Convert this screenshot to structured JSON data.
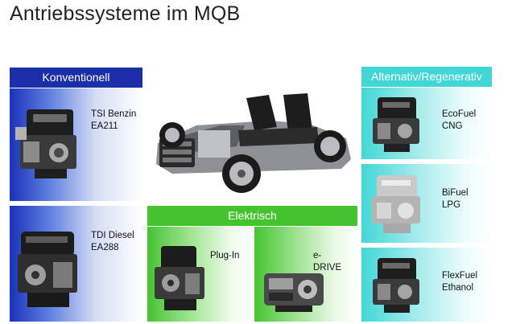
{
  "title": "Antriebssysteme im MQB",
  "groups": {
    "conventional": {
      "header": "Konventionell",
      "items": [
        {
          "label": "TSI Benzin\nEA211"
        },
        {
          "label": "TDI Diesel\nEA288"
        }
      ]
    },
    "alternative": {
      "header": "Alternativ/Regenerativ",
      "items": [
        {
          "label": "EcoFuel\nCNG"
        },
        {
          "label": "BiFuel\nLPG"
        },
        {
          "label": "FlexFuel\nEthanol"
        }
      ]
    },
    "electric": {
      "header": "Elektrisch",
      "items": [
        {
          "label": "Plug-In"
        },
        {
          "label": "e-\nDRIVE"
        }
      ]
    }
  },
  "colors": {
    "conventional": "#1a32b8",
    "alternative": "#41d7d6",
    "electric": "#45c430"
  },
  "images": [
    "engine-tsi",
    "engine-tdi",
    "chassis-mqb",
    "engine-ecofuel",
    "engine-bifuel",
    "engine-flexfuel",
    "engine-plugin",
    "engine-edrive"
  ]
}
